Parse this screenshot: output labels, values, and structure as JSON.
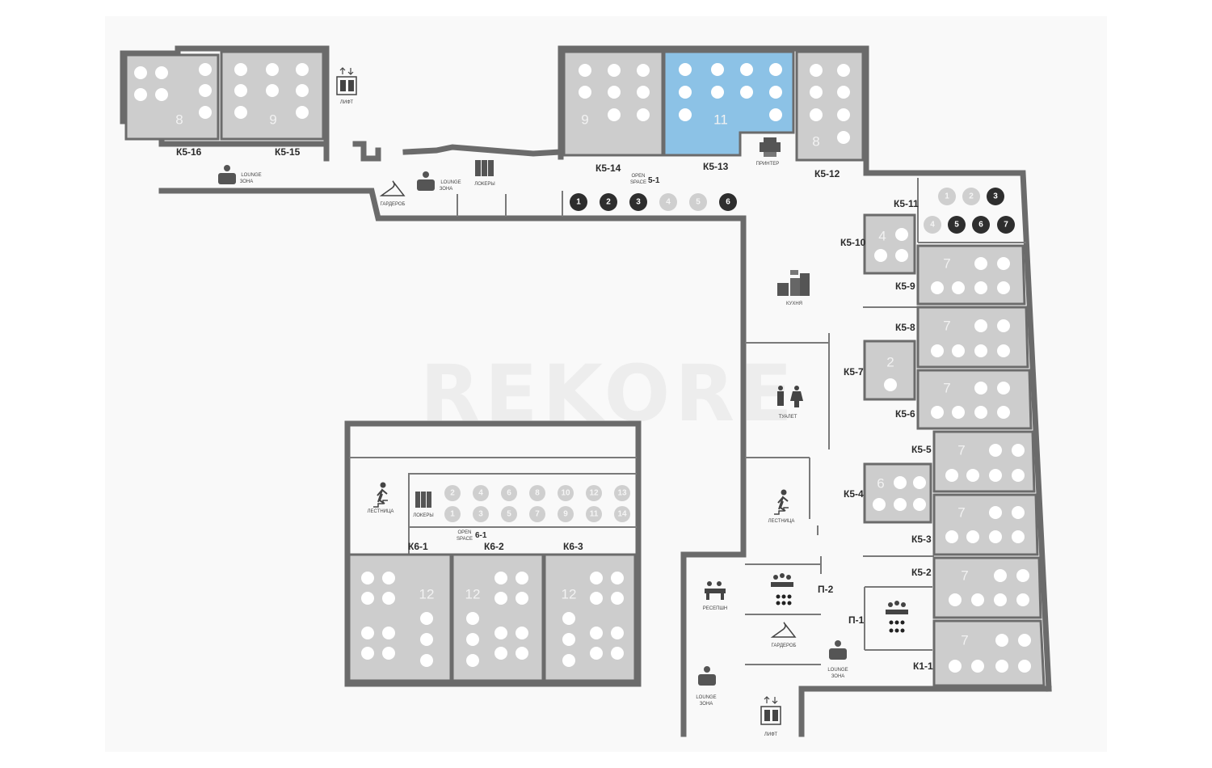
{
  "watermark": "REKORE",
  "rooms": [
    {
      "id": "k5-16",
      "label": "К5-16",
      "capacity": "8"
    },
    {
      "id": "k5-15",
      "label": "К5-15",
      "capacity": "9"
    },
    {
      "id": "k5-14",
      "label": "К5-14",
      "capacity": "9"
    },
    {
      "id": "k5-13",
      "label": "К5-13",
      "capacity": "11",
      "selected": true
    },
    {
      "id": "k5-12",
      "label": "К5-12",
      "capacity": "8"
    },
    {
      "id": "k5-11",
      "label": "К5-11"
    },
    {
      "id": "k5-10",
      "label": "К5-10",
      "capacity": "4"
    },
    {
      "id": "k5-9",
      "label": "К5-9",
      "capacity": "7"
    },
    {
      "id": "k5-8",
      "label": "К5-8",
      "capacity": "7"
    },
    {
      "id": "k5-7",
      "label": "К5-7",
      "capacity": "2"
    },
    {
      "id": "k5-6",
      "label": "К5-6",
      "capacity": "7"
    },
    {
      "id": "k5-5",
      "label": "К5-5",
      "capacity": "7"
    },
    {
      "id": "k5-4",
      "label": "К5-4",
      "capacity": "6"
    },
    {
      "id": "k5-3",
      "label": "К5-3",
      "capacity": "7"
    },
    {
      "id": "k5-2",
      "label": "К5-2",
      "capacity": "7"
    },
    {
      "id": "k1-1",
      "label": "К1-1",
      "capacity": "7"
    },
    {
      "id": "k6-1",
      "label": "К6-1",
      "capacity": "12"
    },
    {
      "id": "k6-2",
      "label": "К6-2",
      "capacity": "12"
    },
    {
      "id": "k6-3",
      "label": "К6-3",
      "capacity": "12"
    },
    {
      "id": "p-1",
      "label": "П-1"
    },
    {
      "id": "p-2",
      "label": "П-2"
    }
  ],
  "open_space_5_1": {
    "caption_1": "OPEN",
    "caption_2": "SPACE",
    "code": "5-1",
    "desks": [
      "1",
      "2",
      "3",
      "4",
      "5",
      "6"
    ],
    "occupied": [
      true,
      true,
      true,
      false,
      false,
      true
    ]
  },
  "k5_11_desks": {
    "desks": [
      "1",
      "2",
      "3",
      "4",
      "5",
      "6",
      "7"
    ],
    "occupied": [
      false,
      false,
      true,
      false,
      true,
      true,
      true
    ]
  },
  "open_space_6_1": {
    "caption_1": "OPEN",
    "caption_2": "SPACE",
    "code": "6-1",
    "top_row": [
      "2",
      "4",
      "6",
      "8",
      "10",
      "12",
      "13"
    ],
    "bottom_row": [
      "1",
      "3",
      "5",
      "7",
      "9",
      "11",
      "14"
    ]
  },
  "facilities": {
    "lift": "ЛИФТ",
    "lounge_1": "LOUNGE",
    "lounge_2": "ЗОНА",
    "wardrobe": "ГАРДЕРОБ",
    "lockers": "ЛОКЕРЫ",
    "printer": "ПРИНТЕР",
    "kitchen": "КУХНЯ",
    "toilet": "ТУАЛЕТ",
    "stairs": "ЛЕСТНИЦА",
    "reception": "РЕСЕПШН"
  },
  "colors": {
    "wall": "#6b6b6b",
    "room": "#cdcdcd",
    "selected_room": "#8cc2e6",
    "desk_occupied": "#2e2e2e",
    "desk_free": "#cfcfcf"
  }
}
